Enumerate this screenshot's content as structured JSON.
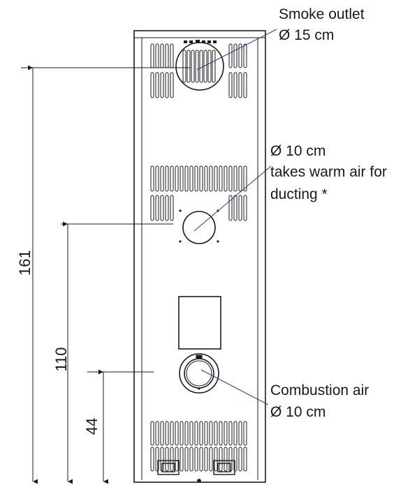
{
  "callouts": {
    "smoke_outlet": {
      "title": "Smoke outlet",
      "diameter": "Ø 15 cm"
    },
    "warm_air": {
      "diameter": "Ø 10 cm",
      "line1": "takes warm air for",
      "line2": "ducting *"
    },
    "combustion_air": {
      "title": "Combustion air",
      "diameter": "Ø 10 cm"
    }
  },
  "dimensions": {
    "total_height": "161",
    "warm_air_height": "110",
    "combustion_air_height": "44"
  },
  "colors": {
    "line": "#1a1a1a",
    "leader": "#2b3a8a",
    "background": "#ffffff"
  }
}
